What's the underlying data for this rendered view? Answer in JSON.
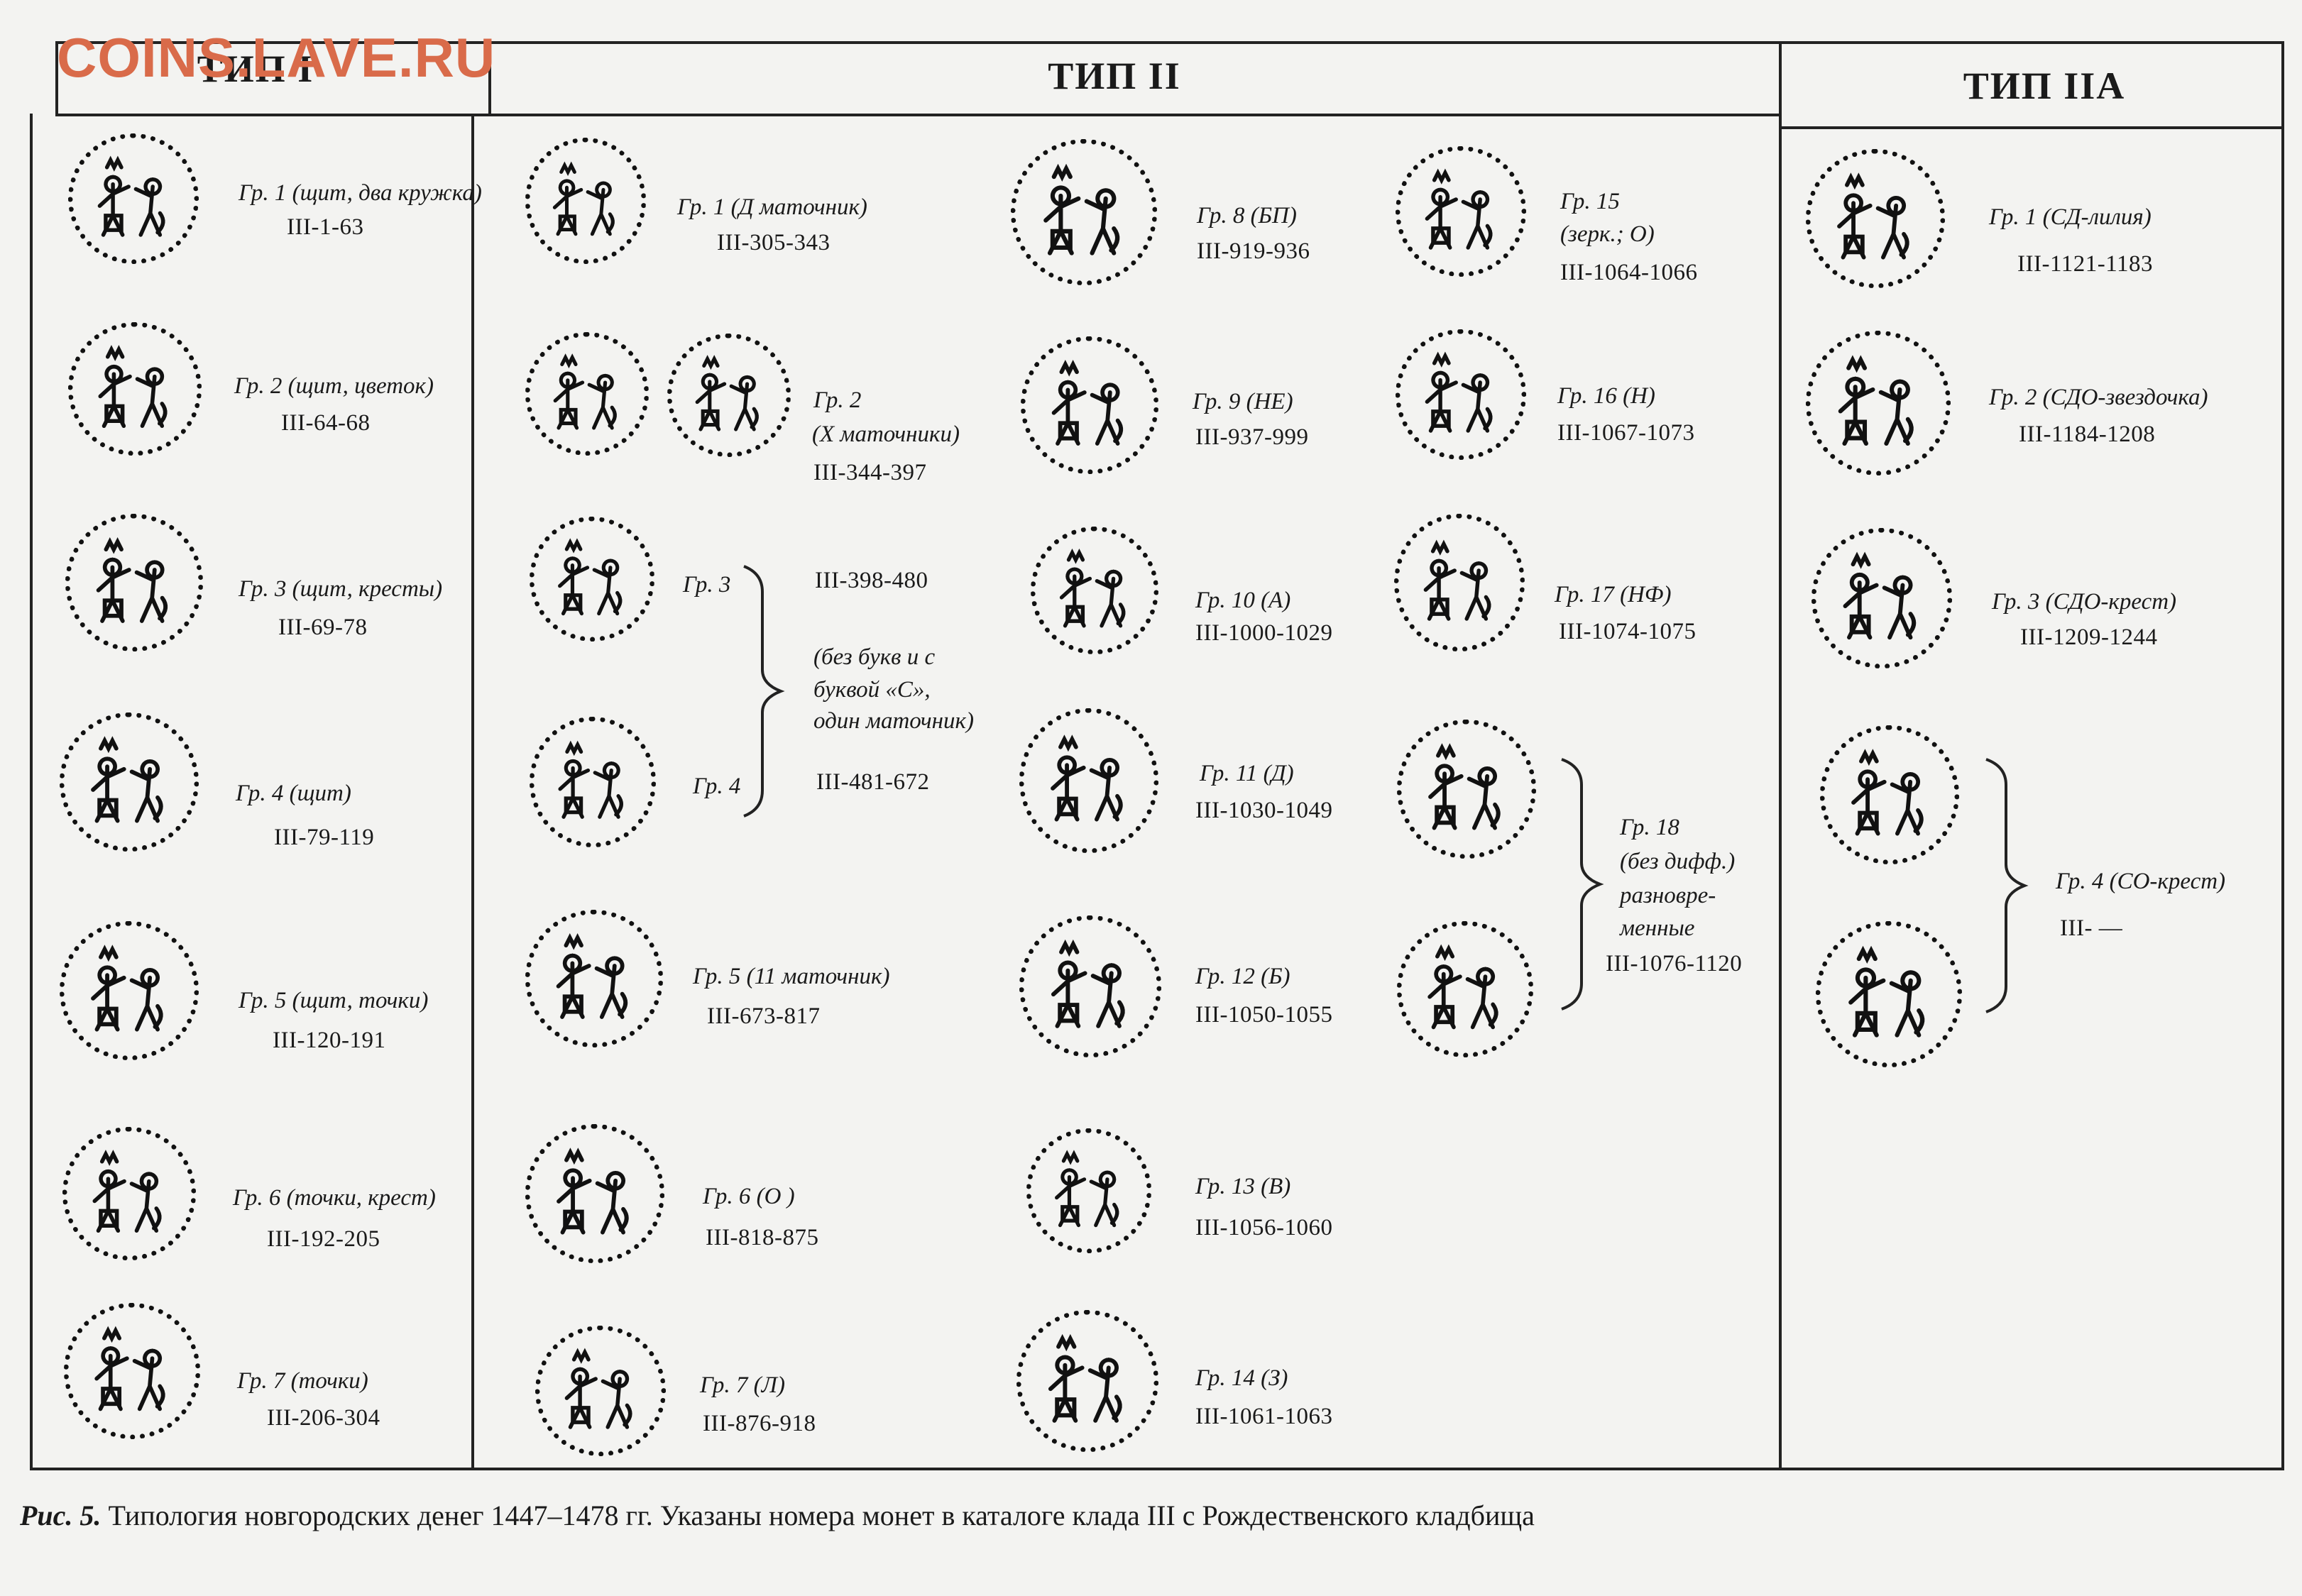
{
  "watermark": "COINS.LAVE.RU",
  "headers": {
    "type1": "ТИП I",
    "type2": "ТИП II",
    "type2a": "ТИП IIА"
  },
  "type1": [
    {
      "group": "Гр. 1 (щит, два кружка)",
      "catalog": "III-1-63"
    },
    {
      "group": "Гр. 2  (щит, цветок)",
      "catalog": "III-64-68"
    },
    {
      "group": "Гр. 3  (щит, кресты)",
      "catalog": "III-69-78"
    },
    {
      "group": "Гр. 4  (щит)",
      "catalog": "III-79-119"
    },
    {
      "group": "Гр. 5 (щит, точки)",
      "catalog": "III-120-191"
    },
    {
      "group": "Гр. 6 (точки, крест)",
      "catalog": "III-192-205"
    },
    {
      "group": "Гр. 7 (точки)",
      "catalog": "III-206-304"
    }
  ],
  "type2_col1": {
    "g1": {
      "group": "Гр. 1 (Д маточник)",
      "catalog": "III-305-343"
    },
    "g2": {
      "group_line1": "Гр. 2",
      "group_line2": "(Х маточники)",
      "catalog": "III-344-397"
    },
    "g3": {
      "group": "Гр. 3",
      "catalog": "III-398-480"
    },
    "g34_note": {
      "line1": "(без букв и с",
      "line2": "буквой «С»,",
      "line3": "один маточник)"
    },
    "g4": {
      "group": "Гр. 4",
      "catalog": "III-481-672"
    },
    "g5": {
      "group": "Гр. 5 (11 маточник)",
      "catalog": "III-673-817"
    },
    "g6": {
      "group": "Гр. 6  (О )",
      "catalog": "III-818-875"
    },
    "g7": {
      "group": "Гр. 7 (Л)",
      "catalog": "III-876-918"
    }
  },
  "type2_col2": [
    {
      "group": "Гр. 8 (БП)",
      "catalog": "III-919-936"
    },
    {
      "group": "Гр. 9 (НЕ)",
      "catalog": "III-937-999"
    },
    {
      "group": "Гр. 10 (А)",
      "catalog": "III-1000-1029"
    },
    {
      "group": "Гр. 11 (Д)",
      "catalog": "III-1030-1049"
    },
    {
      "group": "Гр. 12 (Б)",
      "catalog": "III-1050-1055"
    },
    {
      "group": "Гр. 13 (В)",
      "catalog": "III-1056-1060"
    },
    {
      "group": "Гр. 14 (З)",
      "catalog": "III-1061-1063"
    }
  ],
  "type2_col3": {
    "g15": {
      "group_line1": "Гр. 15",
      "group_line2": "(зерк.; О)",
      "catalog": "III-1064-1066"
    },
    "g16": {
      "group": "Гр. 16 (Н)",
      "catalog": "III-1067-1073"
    },
    "g17": {
      "group": "Гр. 17 (НФ)",
      "catalog": "III-1074-1075"
    },
    "g18": {
      "line1": "Гр. 18",
      "line2": "(без дифф.)",
      "line3": "разновре-",
      "line4": "менные",
      "catalog": "III-1076-1120"
    }
  },
  "type2a": {
    "g1": {
      "group": "Гр. 1 (СД-лилия)",
      "catalog": "III-1121-1183"
    },
    "g2": {
      "group": "Гр. 2 (СДО-звездочка)",
      "catalog": "III-1184-1208"
    },
    "g3": {
      "group": "Гр. 3 (СДО-крест)",
      "catalog": "III-1209-1244"
    },
    "g4": {
      "group": "Гр. 4 (СО-крест)",
      "catalog": "III- —"
    }
  },
  "caption": {
    "label": "Рис. 5.",
    "text": " Типология новгородских денег 1447–1478 гг. Указаны номера монет в каталоге клада III с Рождественского кладбища"
  }
}
